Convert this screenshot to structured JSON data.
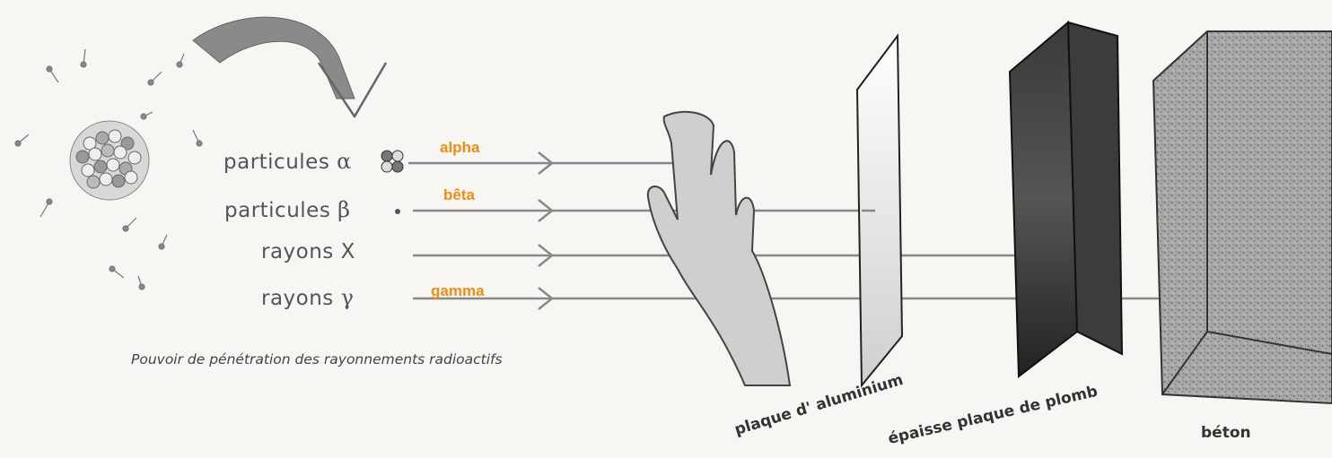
{
  "rays": [
    {
      "name": "particules",
      "symbol": "α",
      "tag": "alpha"
    },
    {
      "name": "particules",
      "symbol": "β",
      "tag": "bêta"
    },
    {
      "name": "rayons",
      "symbol": "X",
      "tag": ""
    },
    {
      "name": "rayons",
      "symbol": "γ",
      "tag": "gamma"
    }
  ],
  "caption": "Pouvoir de pénétration des rayonnements radioactifs",
  "barriers": {
    "aluminium": "plaque d' aluminium",
    "lead": "épaisse plaque de plomb",
    "concrete": "béton"
  },
  "colors": {
    "tag": "#f28c10",
    "ray_line": "#888888",
    "lead": "#2e2e2e",
    "concrete": "#9a9a9a"
  }
}
